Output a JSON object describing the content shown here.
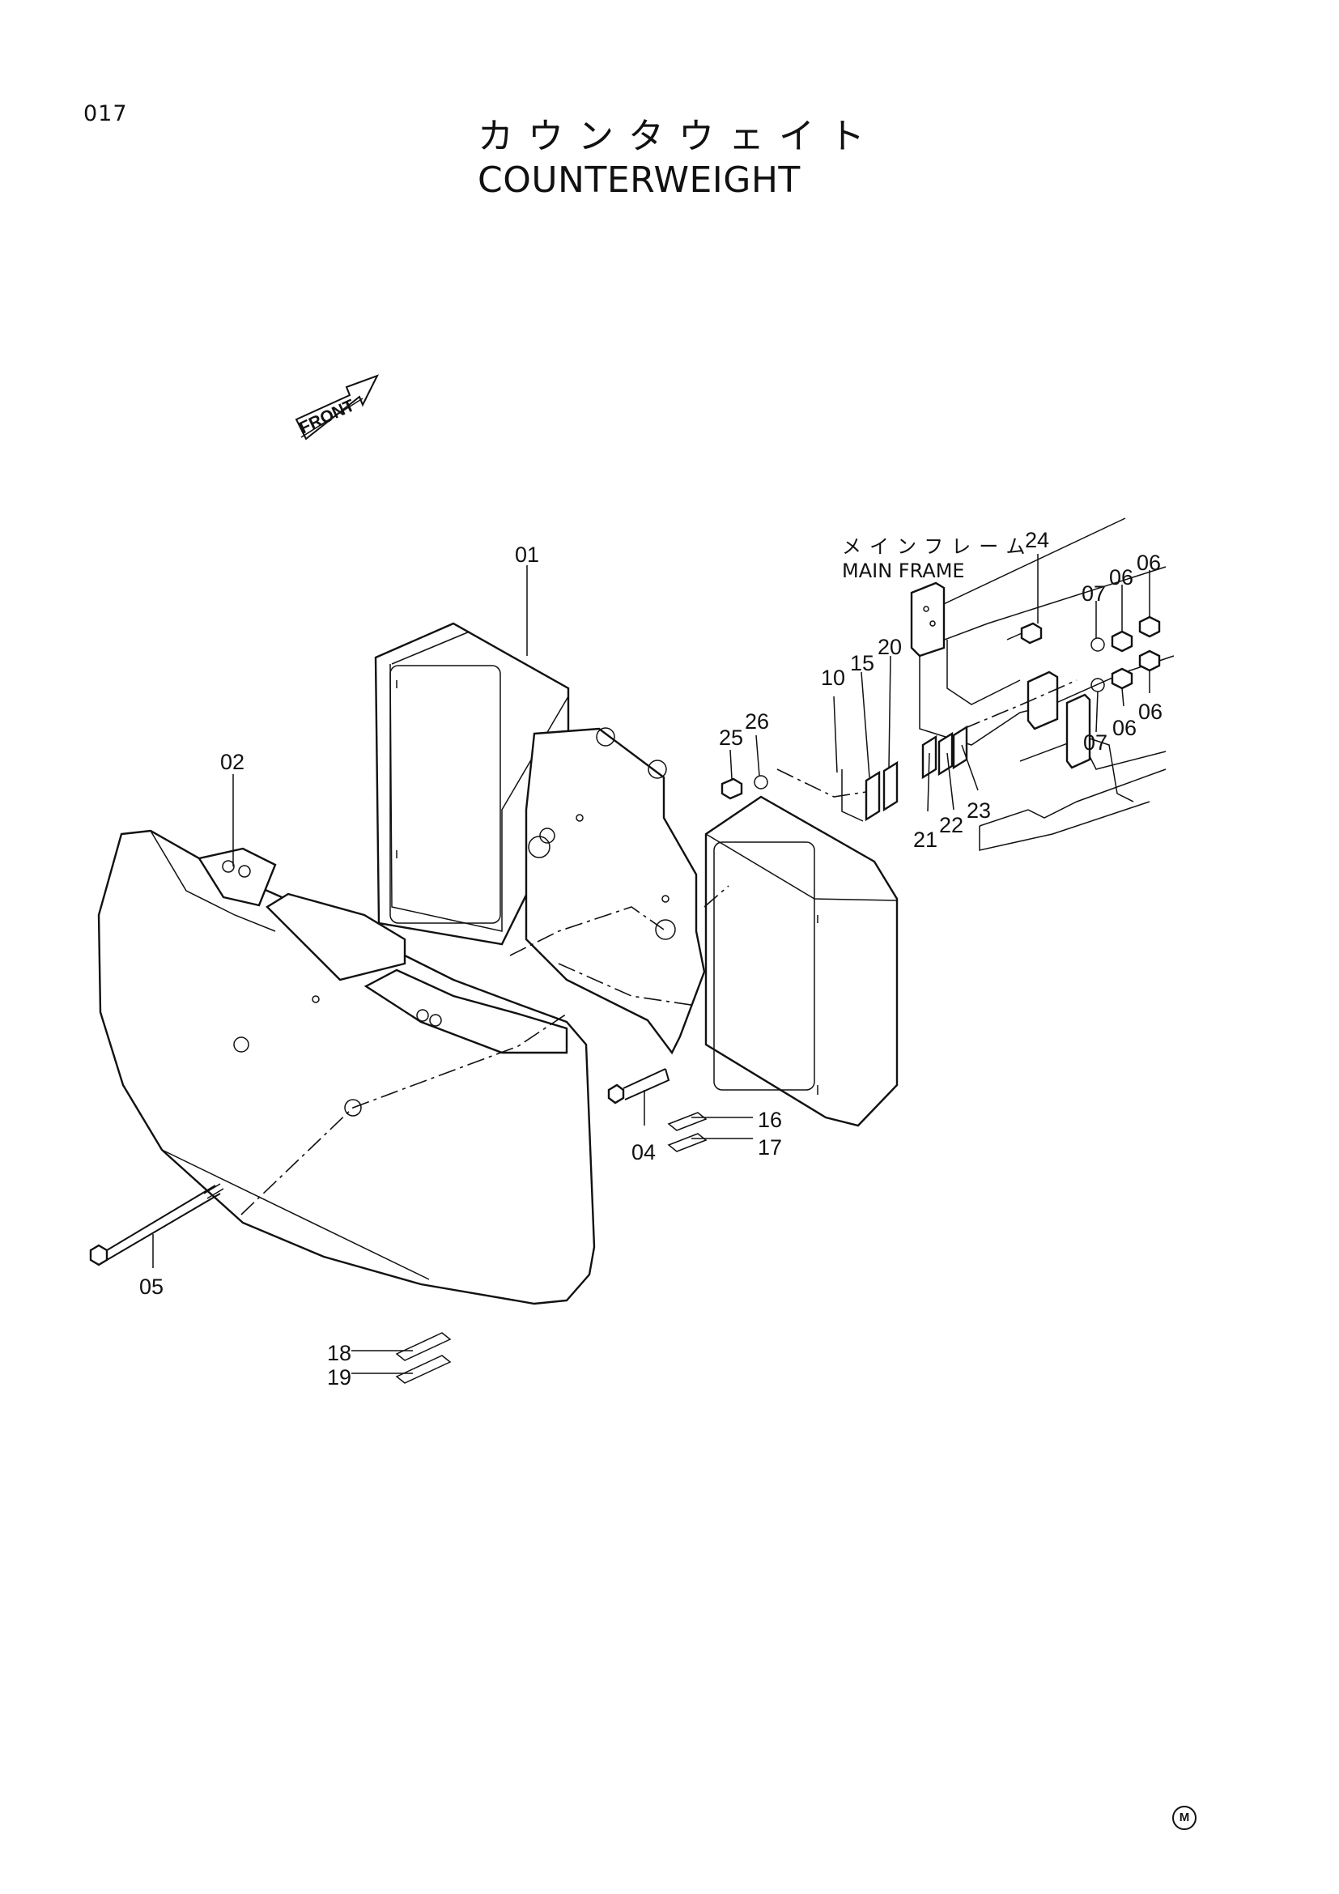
{
  "page_number": "017",
  "title": {
    "japanese": "カウンタウェイト",
    "english": "COUNTERWEIGHT"
  },
  "front_arrow_label": "FRONT",
  "main_frame": {
    "japanese": "メインフレーム",
    "english": "MAIN FRAME"
  },
  "callouts": {
    "c01": "01",
    "c02": "02",
    "c04": "04",
    "c05": "05",
    "c06a": "06",
    "c06b": "06",
    "c06c": "06",
    "c06d": "06",
    "c07a": "07",
    "c07b": "07",
    "c10": "10",
    "c15": "15",
    "c16": "16",
    "c17": "17",
    "c18": "18",
    "c19": "19",
    "c20": "20",
    "c21": "21",
    "c22": "22",
    "c23": "23",
    "c24": "24",
    "c25": "25",
    "c26": "26"
  },
  "mark_symbol": "M"
}
